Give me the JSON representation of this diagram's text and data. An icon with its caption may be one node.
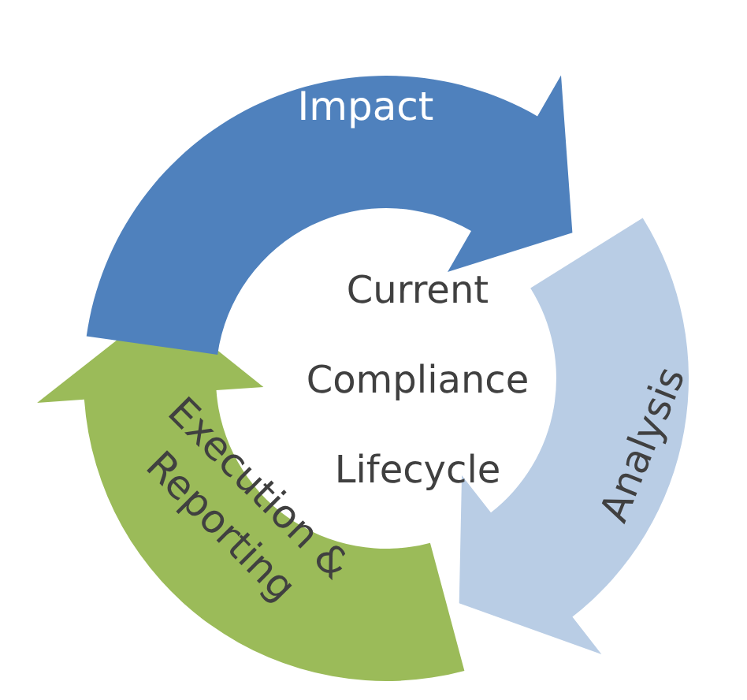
{
  "diagram": {
    "nodes": [
      {
        "text": [
          "Impact"
        ]
      },
      {
        "text": [
          "Analysis"
        ]
      },
      {
        "text": [
          "Execution & Reporting"
        ]
      },
      {
        "text": [
          "Current Compliance Lifecycle"
        ]
      }
    ]
  }
}
